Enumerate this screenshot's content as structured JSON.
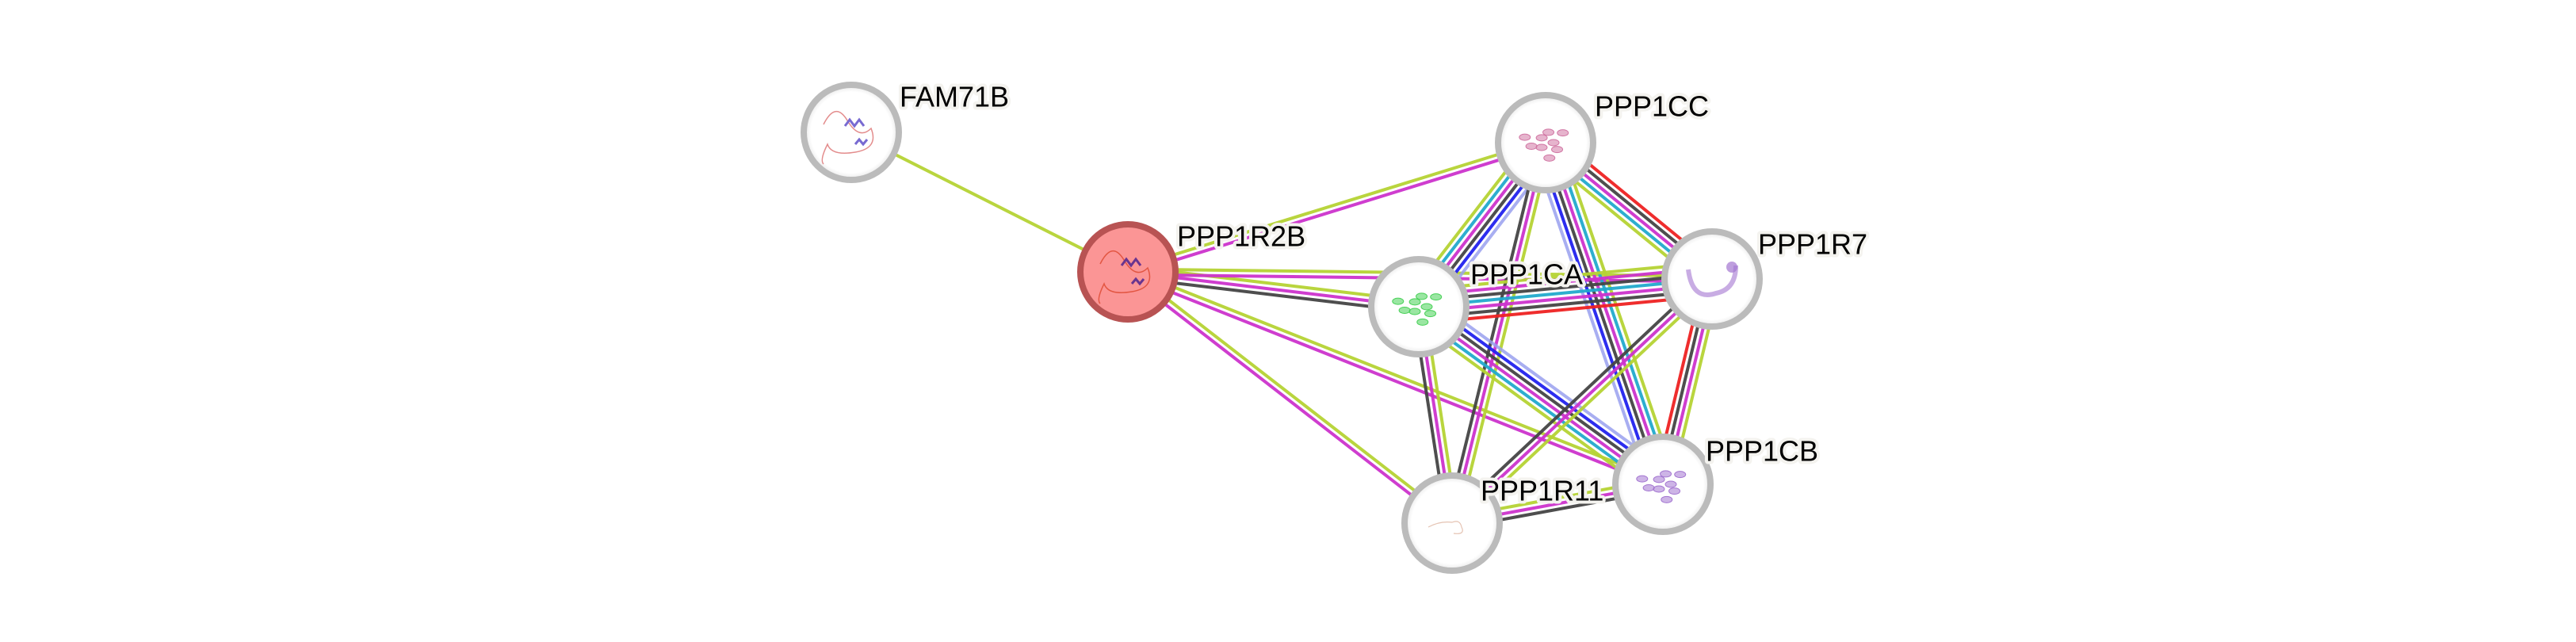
{
  "network": {
    "title": "STRING protein interaction network",
    "query_protein": "PPP1R2B",
    "edge_colors": {
      "textmining": "#b5d334",
      "experiments": "#cc33cc",
      "coexpression": "#444444",
      "databases": "#2222ee",
      "homology": "#99a0ee",
      "curated": "#22aacc",
      "fusion": "#ee2222"
    },
    "nodes": [
      {
        "id": "FAM71B",
        "label": "FAM71B",
        "query": false,
        "fill": "#ffffff",
        "ring": "#bbbbbb",
        "structure_color": "#6a5acd",
        "structure_hint": "disordered"
      },
      {
        "id": "PPP1R2B",
        "label": "PPP1R2B",
        "query": true,
        "fill": "#fb9595",
        "ring": "#b85353",
        "structure_color": "#5a2b8f",
        "structure_hint": "disordered"
      },
      {
        "id": "PPP1CC",
        "label": "PPP1CC",
        "query": false,
        "fill": "#ffffff",
        "ring": "#bbbbbb",
        "structure_color": "#cc6699",
        "structure_hint": "globular"
      },
      {
        "id": "PPP1CA",
        "label": "PPP1CA",
        "query": false,
        "fill": "#ffffff",
        "ring": "#bbbbbb",
        "structure_color": "#33cc44",
        "structure_hint": "globular"
      },
      {
        "id": "PPP1R7",
        "label": "PPP1R7",
        "query": false,
        "fill": "#ffffff",
        "ring": "#bbbbbb",
        "structure_color": "#9966cc",
        "structure_hint": "horseshoe"
      },
      {
        "id": "PPP1CB",
        "label": "PPP1CB",
        "query": false,
        "fill": "#ffffff",
        "ring": "#bbbbbb",
        "structure_color": "#9966cc",
        "structure_hint": "globular"
      },
      {
        "id": "PPP1R11",
        "label": "PPP1R11",
        "query": false,
        "fill": "#ffffff",
        "ring": "#bbbbbb",
        "structure_color": "#cc8866",
        "structure_hint": "faint"
      }
    ],
    "edges": [
      {
        "source": "FAM71B",
        "target": "PPP1R2B",
        "evidence": [
          "textmining"
        ]
      },
      {
        "source": "PPP1R2B",
        "target": "PPP1CC",
        "evidence": [
          "textmining",
          "experiments"
        ]
      },
      {
        "source": "PPP1R2B",
        "target": "PPP1CA",
        "evidence": [
          "textmining",
          "experiments",
          "coexpression"
        ]
      },
      {
        "source": "PPP1R2B",
        "target": "PPP1R7",
        "evidence": [
          "textmining",
          "experiments"
        ]
      },
      {
        "source": "PPP1R2B",
        "target": "PPP1CB",
        "evidence": [
          "textmining",
          "experiments"
        ]
      },
      {
        "source": "PPP1R2B",
        "target": "PPP1R11",
        "evidence": [
          "textmining",
          "experiments"
        ]
      },
      {
        "source": "PPP1CC",
        "target": "PPP1CA",
        "evidence": [
          "homology",
          "databases",
          "coexpression",
          "experiments",
          "curated",
          "textmining"
        ]
      },
      {
        "source": "PPP1CC",
        "target": "PPP1R7",
        "evidence": [
          "fusion",
          "coexpression",
          "experiments",
          "curated",
          "textmining"
        ]
      },
      {
        "source": "PPP1CC",
        "target": "PPP1CB",
        "evidence": [
          "textmining",
          "curated",
          "experiments",
          "coexpression",
          "databases",
          "homology"
        ]
      },
      {
        "source": "PPP1CC",
        "target": "PPP1R11",
        "evidence": [
          "textmining",
          "experiments",
          "coexpression"
        ]
      },
      {
        "source": "PPP1CA",
        "target": "PPP1R7",
        "evidence": [
          "textmining",
          "experiments",
          "coexpression",
          "curated",
          "experiments",
          "coexpression",
          "fusion"
        ]
      },
      {
        "source": "PPP1CA",
        "target": "PPP1CB",
        "evidence": [
          "homology",
          "databases",
          "coexpression",
          "experiments",
          "curated",
          "textmining"
        ]
      },
      {
        "source": "PPP1CA",
        "target": "PPP1R11",
        "evidence": [
          "textmining",
          "experiments",
          "coexpression"
        ]
      },
      {
        "source": "PPP1R7",
        "target": "PPP1CB",
        "evidence": [
          "textmining",
          "experiments",
          "coexpression",
          "fusion"
        ]
      },
      {
        "source": "PPP1R7",
        "target": "PPP1R11",
        "evidence": [
          "textmining",
          "experiments",
          "coexpression"
        ]
      },
      {
        "source": "PPP1CB",
        "target": "PPP1R11",
        "evidence": [
          "coexpression",
          "experiments",
          "textmining"
        ]
      }
    ]
  }
}
